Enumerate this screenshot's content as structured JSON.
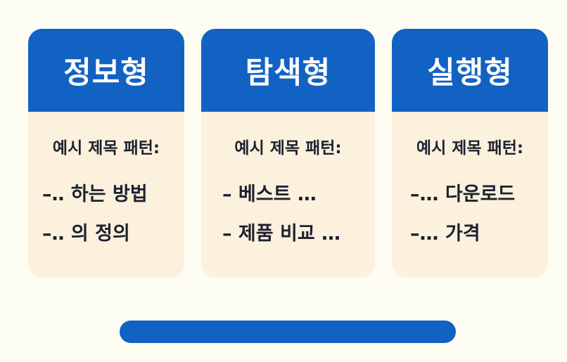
{
  "subtitle_label": "예시 제목 패턴:",
  "cards": [
    {
      "title": "정보형",
      "items": [
        "–‥ 하는 방법",
        "–‥ 의 정의"
      ]
    },
    {
      "title": "탐색형",
      "items": [
        "– 베스트 …",
        "– 제품 비교 …"
      ]
    },
    {
      "title": "실행형",
      "items": [
        "–… 다운로드",
        "–… 가격"
      ]
    }
  ],
  "colors": {
    "header": "#1262c3",
    "card": "#fcf1dc",
    "background": "#fdfdf3",
    "text": "#1d2130"
  }
}
